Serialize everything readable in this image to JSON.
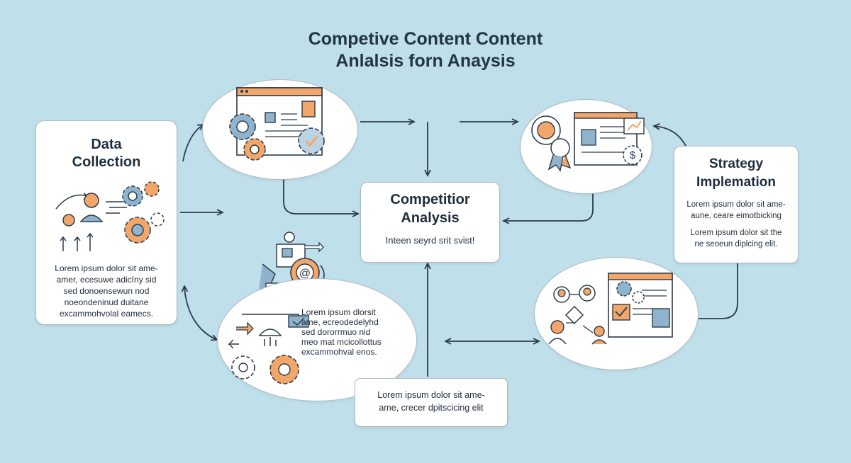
{
  "title": {
    "line1": "Competive Content Content",
    "line2": "Anlalsis forn Anaysis"
  },
  "nodes": {
    "data_collection": {
      "heading1": "Data",
      "heading2": "Collection",
      "text": [
        "Lorem ipsum dolor sit ame-",
        "amer, ecesuwe adicîny sid",
        "sed donoensewun nod",
        "noeondeninud duitane",
        "excammohvolal eamecs."
      ]
    },
    "competitor_analysis": {
      "heading1": "Competitior",
      "heading2": "Analysis",
      "text": "Inteen seyrd srit svist!"
    },
    "strategy_implementation": {
      "heading1": "Strategy",
      "heading2": "Implemation",
      "text1": [
        "Lorem ipsum dolor sit ame-",
        "aune, ceare eimotbicking"
      ],
      "text2": [
        "Lorem ipsum dolor sit the",
        "ne seoeun diplcing elit."
      ]
    },
    "bottom_left_bubble": {
      "text": [
        "Lorem ipsum dlorsit",
        "ame, ecreodedelyhd",
        "sed dororrmuo nid",
        "meo mat mcicollottus",
        "excammohval enos."
      ]
    },
    "bottom_note": {
      "text": [
        "Lorem ipsum dolor sit ame-",
        "ame, crecer dpitscicing elit"
      ]
    }
  },
  "icons": [
    "gear-icon",
    "browser-window-icon",
    "checkmark-icon",
    "document-icon",
    "magnifier-icon",
    "chart-icon",
    "dollar-icon",
    "award-ribbon-icon",
    "user-icon",
    "at-sign-icon",
    "team-icon",
    "arrow-icon"
  ],
  "colors": {
    "background": "#bfe0ea",
    "accent_orange": "#f2a66a",
    "accent_blue": "#8fb3cc",
    "line": "#2b3a4a",
    "card": "#ffffff"
  }
}
